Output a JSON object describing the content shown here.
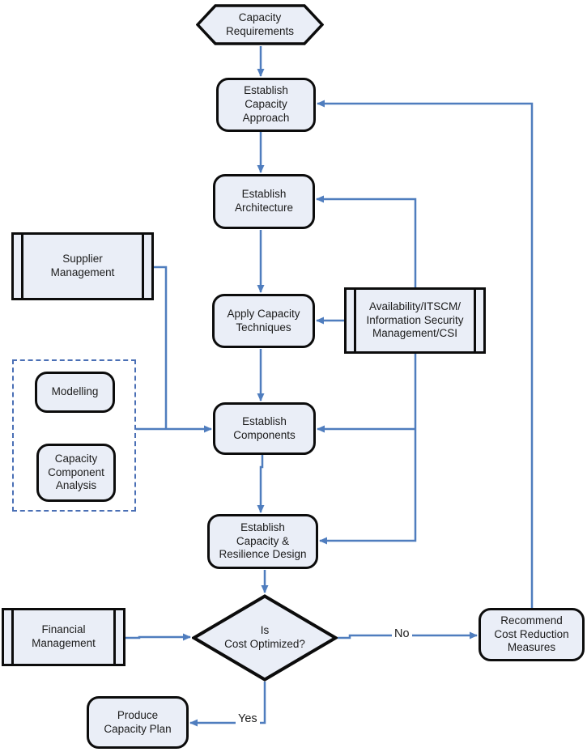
{
  "palette": {
    "node_fill": "#eaeef7",
    "node_border": "#0c0c0c",
    "connector_blue": "#4f7dbe",
    "group_dashed_border": "#4a6fb5",
    "text": "#1c1c1c",
    "background": "#ffffff"
  },
  "nodes": {
    "capacity_requirements": {
      "label": "Capacity\nRequirements",
      "shape": "hexagon"
    },
    "establish_capacity_approach": {
      "label": "Establish\nCapacity\nApproach",
      "shape": "rounded-process"
    },
    "establish_architecture": {
      "label": "Establish\nArchitecture",
      "shape": "rounded-process"
    },
    "apply_capacity_techniques": {
      "label": "Apply Capacity\nTechniques",
      "shape": "rounded-process"
    },
    "availability_itscm": {
      "label": "Availability/ITSCM/\nInformation Security\nManagement/CSI",
      "shape": "subroutine"
    },
    "establish_components": {
      "label": "Establish\nComponents",
      "shape": "rounded-process"
    },
    "establish_capacity_resilience_design": {
      "label": "Establish\nCapacity &\nResilience Design",
      "shape": "rounded-process"
    },
    "is_cost_optimized": {
      "label": "Is\nCost Optimized?",
      "shape": "decision-diamond"
    },
    "produce_capacity_plan": {
      "label": "Produce\nCapacity Plan",
      "shape": "rounded-process"
    },
    "supplier_management": {
      "label": "Supplier\nManagement",
      "shape": "subroutine"
    },
    "modelling": {
      "label": "Modelling",
      "shape": "rounded-process"
    },
    "capacity_component_analysis": {
      "label": "Capacity\nComponent\nAnalysis",
      "shape": "rounded-process"
    },
    "financial_management": {
      "label": "Financial\nManagement",
      "shape": "subroutine"
    },
    "recommend_cost_reduction_measures": {
      "label": "Recommend\nCost Reduction\nMeasures",
      "shape": "rounded-process"
    }
  },
  "edge_labels": {
    "no": "No",
    "yes": "Yes"
  }
}
